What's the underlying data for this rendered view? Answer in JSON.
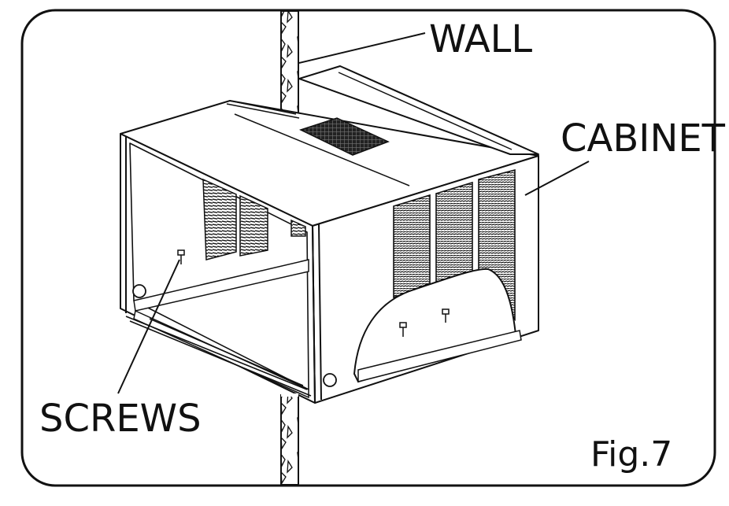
{
  "labels": {
    "wall": "WALL",
    "cabinet": "CABINET",
    "screws": "SCREWS",
    "figure": "Fig.7"
  },
  "colors": {
    "line": "#111111",
    "background": "#ffffff",
    "grille": "#1a1a1a"
  }
}
